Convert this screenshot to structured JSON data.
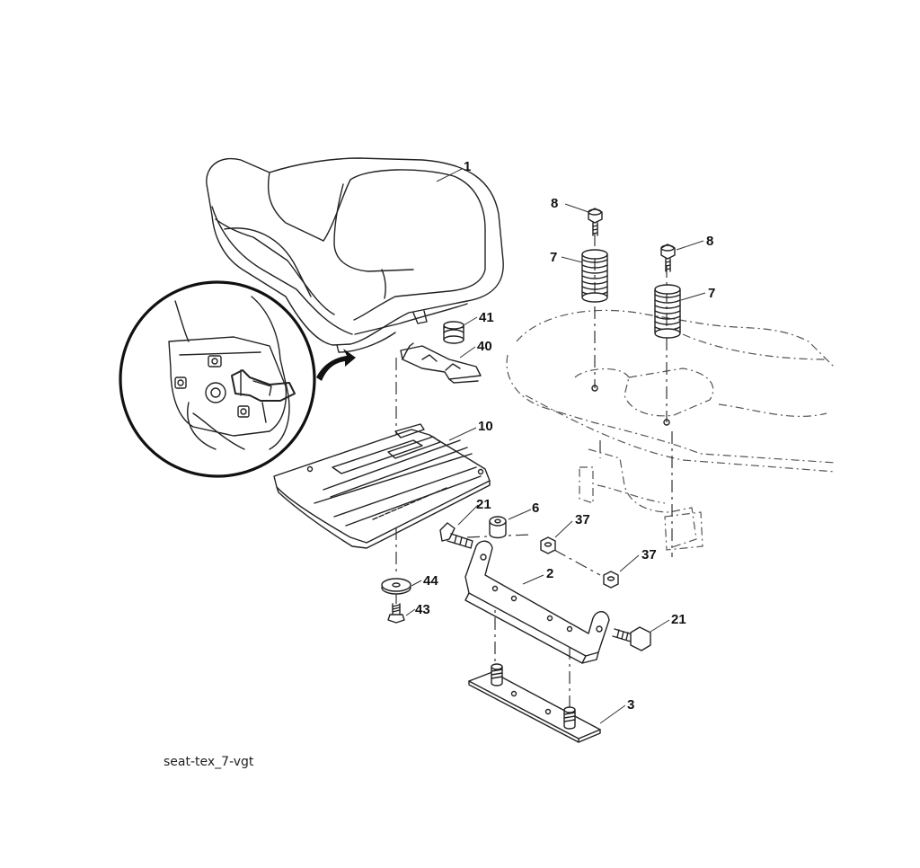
{
  "caption": "seat-tex_7-vgt",
  "callouts": {
    "c1": "1",
    "c8a": "8",
    "c8b": "8",
    "c7a": "7",
    "c7b": "7",
    "c41": "41",
    "c40": "40",
    "c10": "10",
    "c21a": "21",
    "c6": "6",
    "c37a": "37",
    "c37b": "37",
    "c2": "2",
    "c44": "44",
    "c43": "43",
    "c21b": "21",
    "c3": "3"
  }
}
